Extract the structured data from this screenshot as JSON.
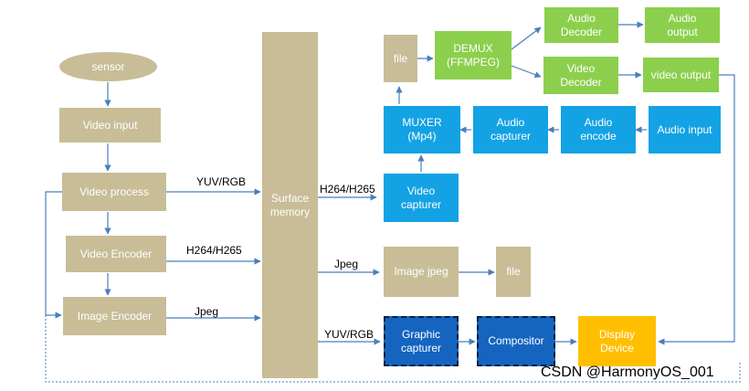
{
  "nodes": {
    "sensor": "sensor",
    "video_input": "Video input",
    "video_process": "Video process",
    "video_encoder": "Video Encoder",
    "image_encoder": "Image Encoder",
    "surface_memory": "Surface\nmemory",
    "file_top": "file",
    "demux": "DEMUX\n(FFMPEG)",
    "audio_decoder": "Audio\nDecoder",
    "audio_output": "Audio\noutput",
    "video_decoder": "Video\nDecoder",
    "video_output": "video output",
    "muxer": "MUXER\n(Mp4)",
    "audio_capturer": "Audio\ncapturer",
    "audio_encode": "Audio\nencode",
    "audio_input": "Audio input",
    "video_capturer": "Video\ncapturer",
    "image_jpeg": "Image jpeg",
    "file_bottom": "file",
    "graphic_capturer": "Graphic\ncapturer",
    "compositor": "Compositor",
    "display_device": "Display\nDevice"
  },
  "labels": {
    "yuv_rgb_left": "YUV/RGB",
    "h264_h265_left": "H264/H265",
    "jpeg_left": "Jpeg",
    "h264_h265_right": "H264/H265",
    "jpeg_right": "Jpeg",
    "yuv_rgb_right": "YUV/RGB"
  },
  "watermark": "CSDN @HarmonyOS_001",
  "colors": {
    "tan": "#c8bd97",
    "green": "#8ccf4d",
    "blue": "#13a2e4",
    "dark_blue": "#1565c0",
    "orange": "#ffbf00",
    "arrow": "#4a7ebb"
  }
}
